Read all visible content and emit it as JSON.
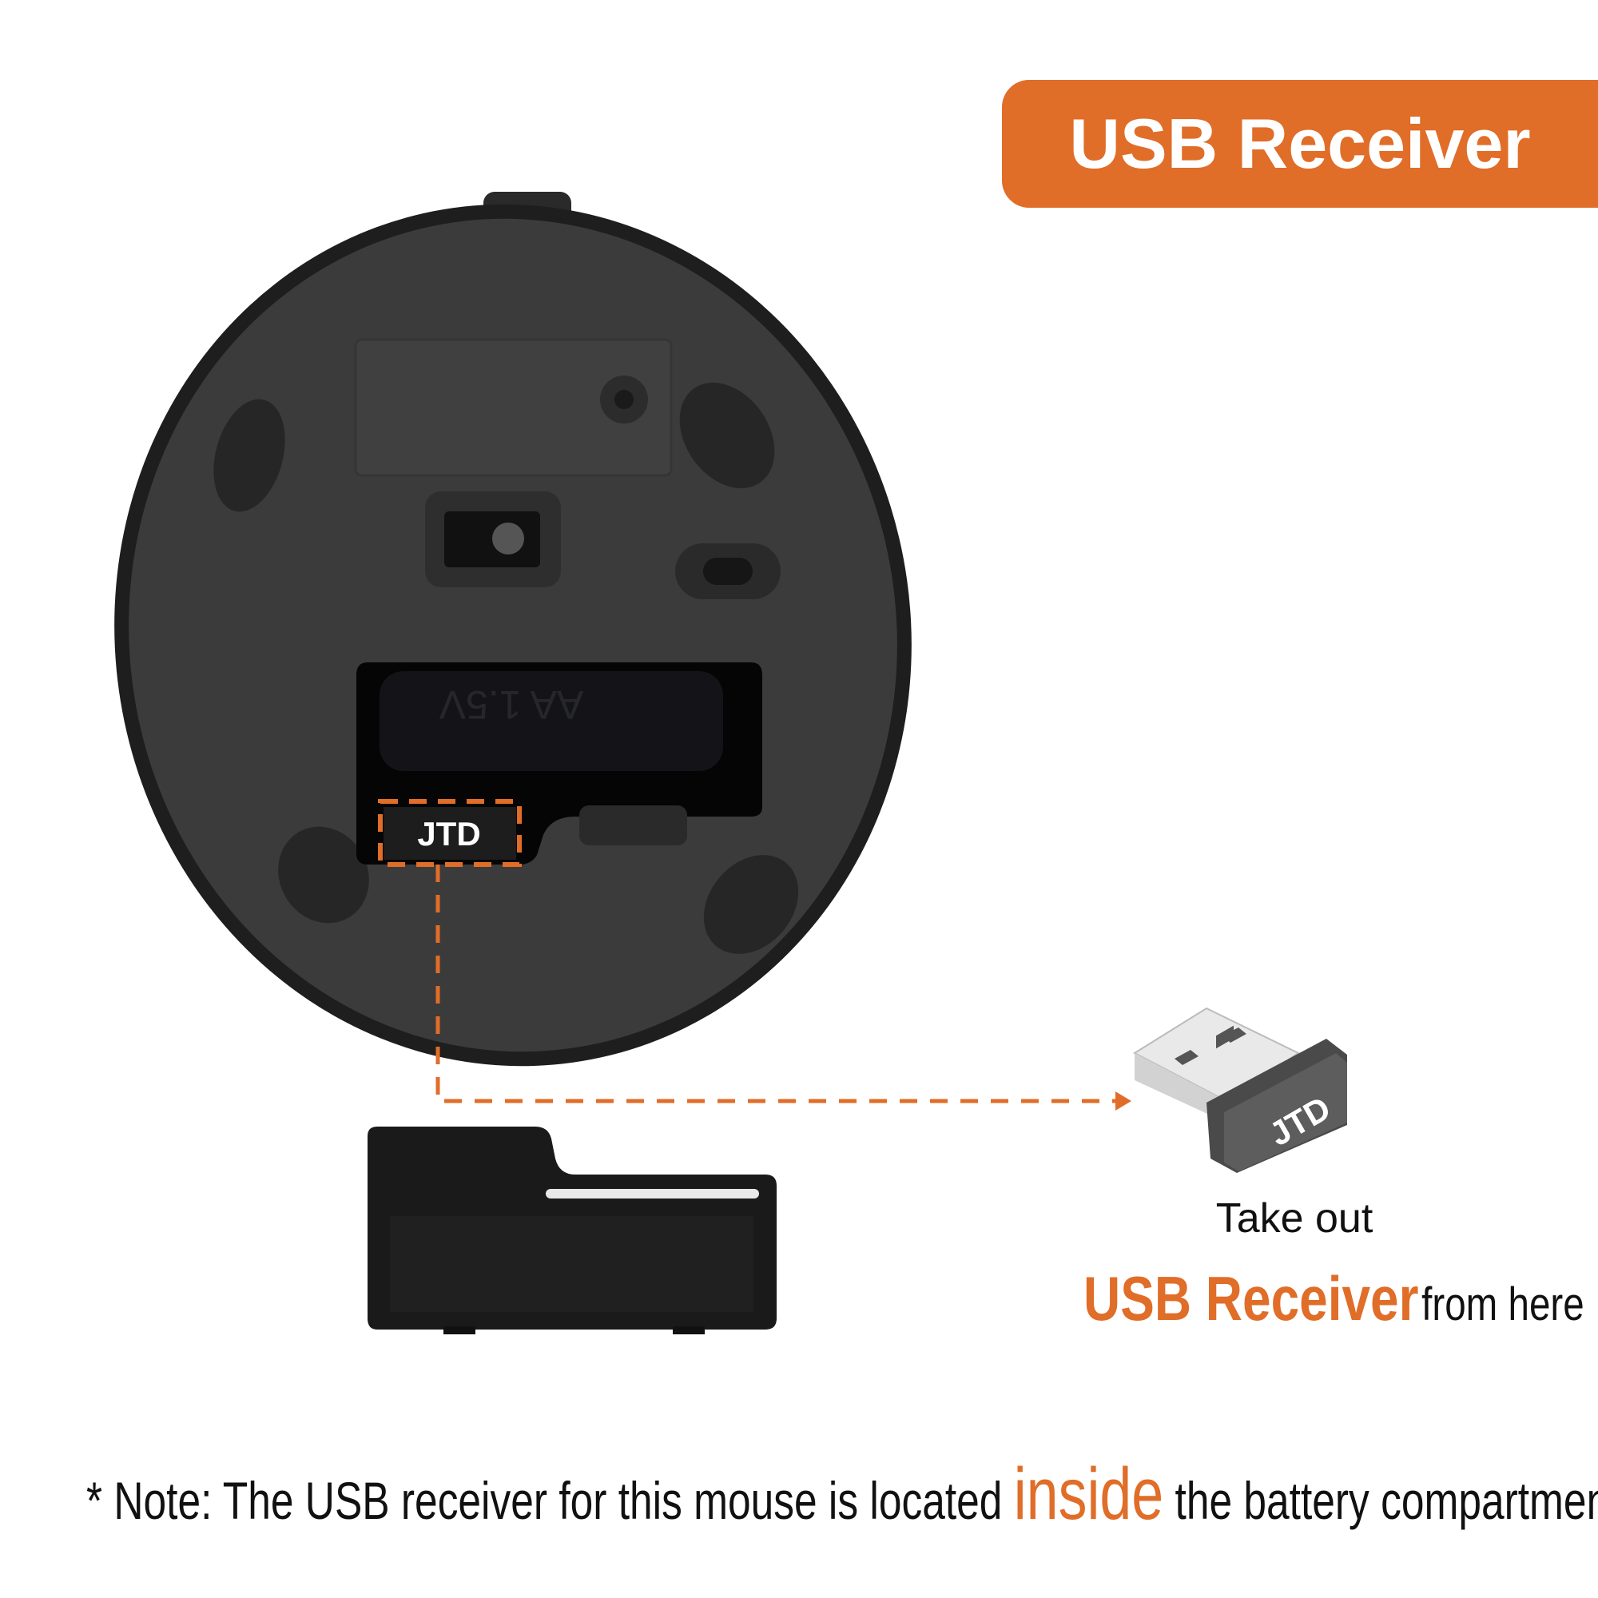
{
  "banner": {
    "title": "USB Receiver"
  },
  "mouse": {
    "receiver_label": "JTD",
    "battery_text": "AA 1.5V"
  },
  "dongle": {
    "label": "JTD"
  },
  "callout": {
    "take_out": "Take out",
    "highlight": "USB Receiver",
    "suffix": "from here"
  },
  "note": {
    "prefix": "* Note: The USB receiver for this mouse is located",
    "emphasis": "inside",
    "suffix": "the battery compartment"
  },
  "colors": {
    "accent": "#e06d28",
    "mouse_body": "#3a3a3a",
    "text": "#111111"
  }
}
